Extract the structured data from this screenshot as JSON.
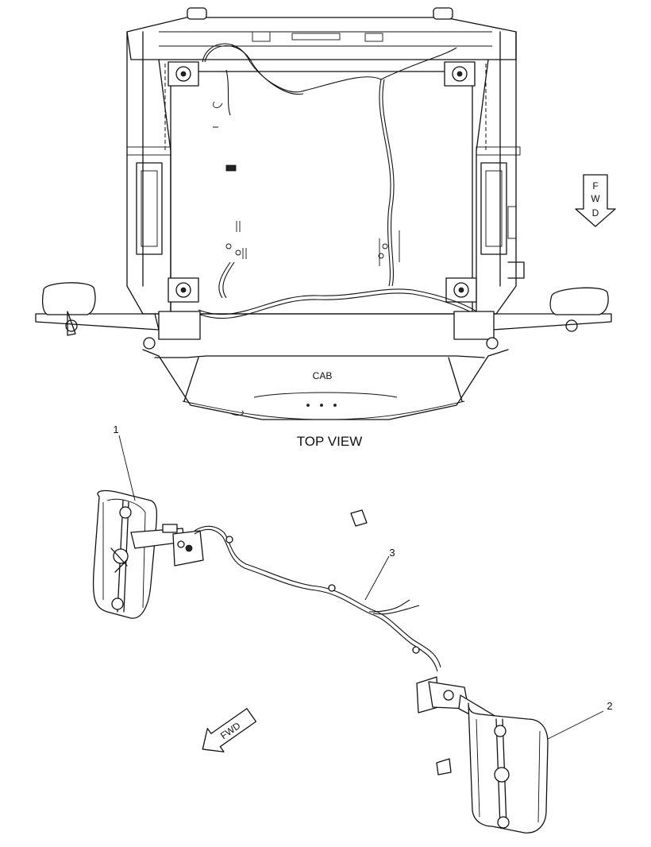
{
  "labels": {
    "cab": "CAB",
    "top_view": "TOP VIEW",
    "fwd_top_letters": [
      "F",
      "W",
      "D"
    ],
    "fwd_bottom": "FWD"
  },
  "callouts": [
    "1",
    "2",
    "3"
  ],
  "colors": {
    "line": "#111111",
    "background": "#ffffff"
  }
}
